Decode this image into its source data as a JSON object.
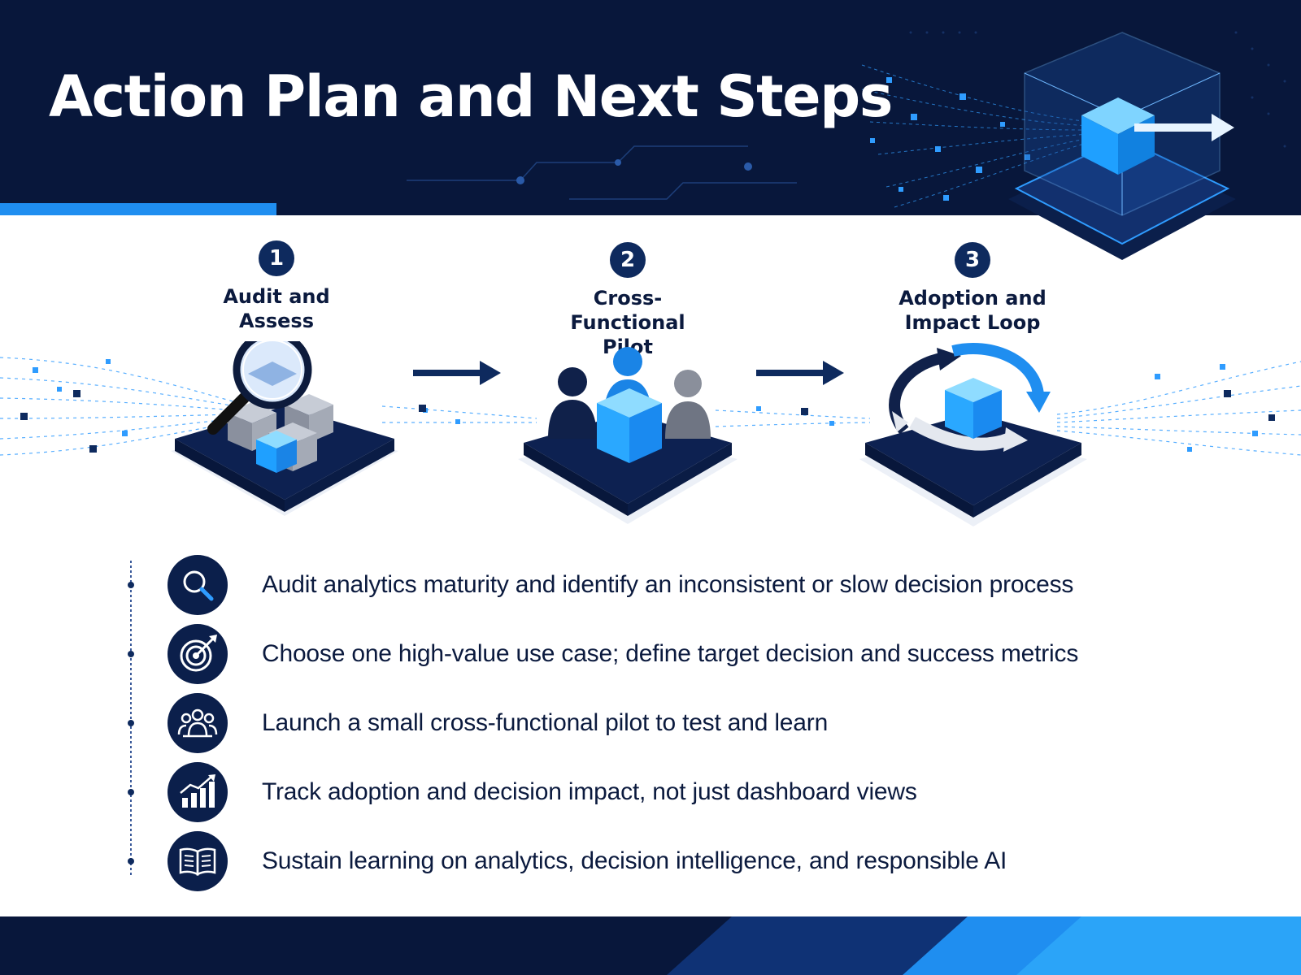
{
  "title": "Action Plan and Next Steps",
  "colors": {
    "navy": "#08173b",
    "accent_blue": "#1f8ef0",
    "cyan": "#35b6ff",
    "text": "#0b1a3e"
  },
  "steps": [
    {
      "number": "1",
      "title": "Audit and Assess",
      "icon": "magnifier-over-cubes-icon"
    },
    {
      "number": "2",
      "title": "Cross-Functional Pilot",
      "icon": "team-with-cube-icon"
    },
    {
      "number": "3",
      "title": "Adoption and Impact Loop",
      "icon": "cycle-arrows-cube-icon"
    }
  ],
  "actions": [
    {
      "icon": "search-icon",
      "text": "Audit analytics maturity and identify an inconsistent or slow decision process"
    },
    {
      "icon": "target-icon",
      "text": "Choose one high-value use case; define target decision and success metrics"
    },
    {
      "icon": "team-icon",
      "text": "Launch a small cross-functional pilot to test and learn"
    },
    {
      "icon": "growth-chart-icon",
      "text": "Track adoption and decision impact, not just dashboard views"
    },
    {
      "icon": "book-icon",
      "text": "Sustain learning on analytics, decision intelligence, and responsible AI"
    }
  ]
}
